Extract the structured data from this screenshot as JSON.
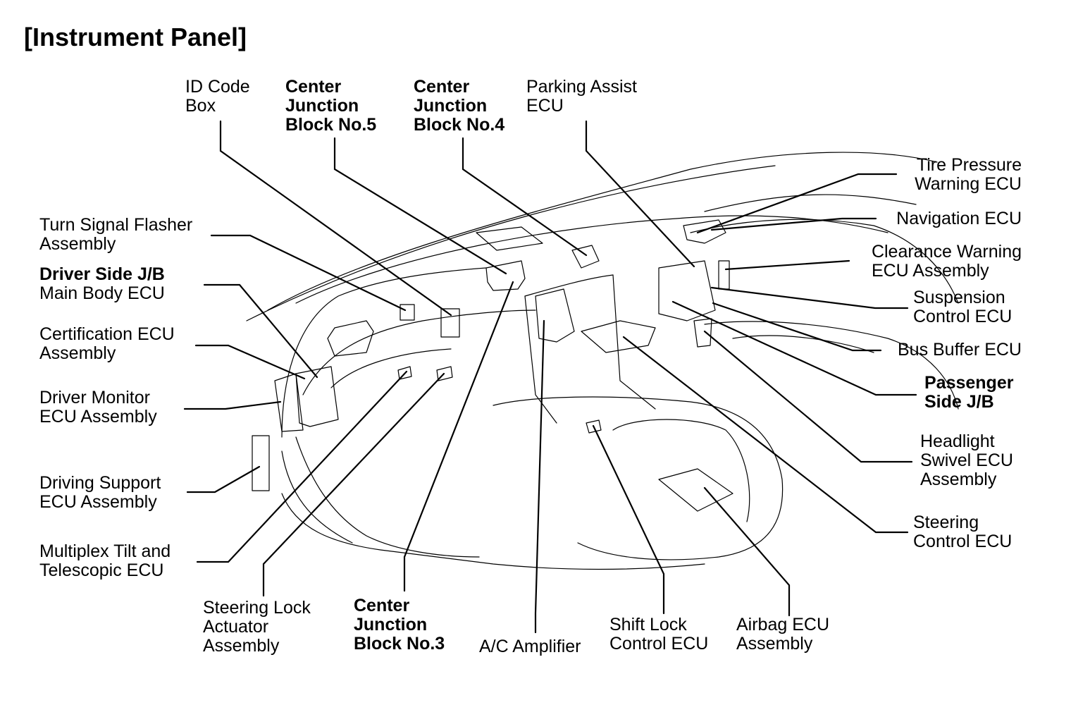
{
  "title": "[Instrument Panel]",
  "labels": {
    "id_code_box": [
      "ID Code",
      "Box"
    ],
    "cjb5": [
      "Center",
      "Junction",
      "Block No.5"
    ],
    "cjb4": [
      "Center",
      "Junction",
      "Block No.4"
    ],
    "parking_assist": [
      "Parking Assist",
      "ECU"
    ],
    "tire_pressure": [
      "Tire Pressure",
      "Warning ECU"
    ],
    "navigation": [
      "Navigation ECU"
    ],
    "clearance_warning": [
      "Clearance Warning",
      "ECU Assembly"
    ],
    "suspension": [
      "Suspension",
      "Control ECU"
    ],
    "bus_buffer": [
      "Bus Buffer ECU"
    ],
    "passenger_jb": [
      "Passenger",
      "Side J/B"
    ],
    "headlight_swivel": [
      "Headlight",
      "Swivel ECU",
      "Assembly"
    ],
    "steering_control": [
      "Steering",
      "Control ECU"
    ],
    "turn_signal": [
      "Turn Signal Flasher",
      "Assembly"
    ],
    "driver_jb_bold": "Driver Side J/B",
    "driver_jb_regular": "Main Body ECU",
    "certification": [
      "Certification ECU",
      "Assembly"
    ],
    "driver_monitor": [
      "Driver Monitor",
      "ECU Assembly"
    ],
    "driving_support": [
      "Driving Support",
      "ECU Assembly"
    ],
    "multiplex_tilt": [
      "Multiplex Tilt and",
      "Telescopic ECU"
    ],
    "steering_lock": [
      "Steering Lock",
      "Actuator",
      "Assembly"
    ],
    "cjb3": [
      "Center",
      "Junction",
      "Block No.3"
    ],
    "ac_amplifier": [
      "A/C Amplifier"
    ],
    "shift_lock": [
      "Shift Lock",
      "Control ECU"
    ],
    "airbag": [
      "Airbag ECU",
      "Assembly"
    ]
  }
}
